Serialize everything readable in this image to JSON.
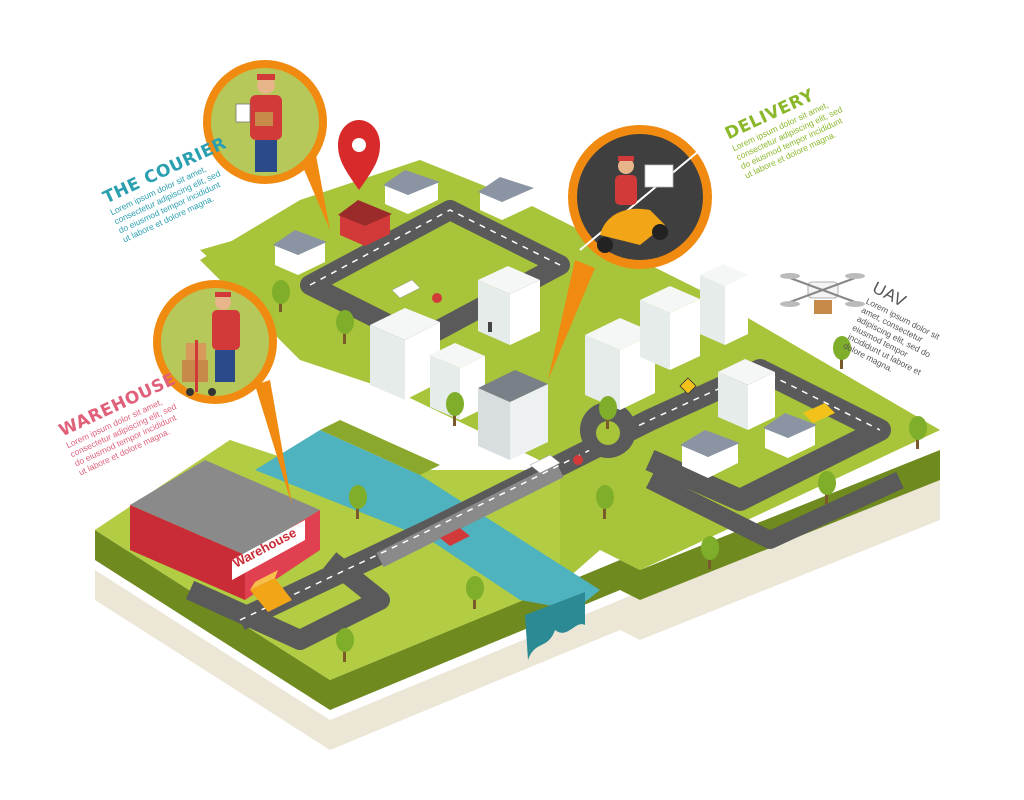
{
  "colors": {
    "ground": "#a8c43a",
    "ground_dark": "#7f9a24",
    "ground_side": "#6f8a1e",
    "base_side": "#ece6d6",
    "road": "#5a5a5a",
    "water": "#4fb3bf",
    "orange": "#f08a10",
    "courier_title": "#2a9fb0",
    "warehouse_title": "#e0607a",
    "delivery_title": "#8bb82a",
    "uav_title": "#555555"
  },
  "labels": {
    "courier": {
      "title": "THE COURIER",
      "body": "Lorem ipsum dolor sit amet, consectetur adipiscing elit, sed do eiusmod tempor incididunt ut labore et dolore magna."
    },
    "warehouse": {
      "title": "WAREHOUSE",
      "body": "Lorem ipsum dolor sit amet, consectetur adipiscing elit, sed do eiusmod tempor incididunt ut labore et dolore magna."
    },
    "delivery": {
      "title": "DELIVERY",
      "body": "Lorem ipsum dolor sit amet, consectetur adipiscing elit, sed do eiusmod tempor incididunt ut labore et dolore magna."
    },
    "uav": {
      "title": "UAV",
      "body": "Lorem ipsum dolor sit amet, consectetur adipiscing elit, sed do eiusmod tempor incididunt ut labore et dolore magna."
    }
  },
  "warehouse_sign": "Warehouse",
  "icons": [
    "map-pin-icon",
    "drone-icon",
    "stop-sign-icon",
    "traffic-light-icon",
    "warning-sign-icon"
  ]
}
